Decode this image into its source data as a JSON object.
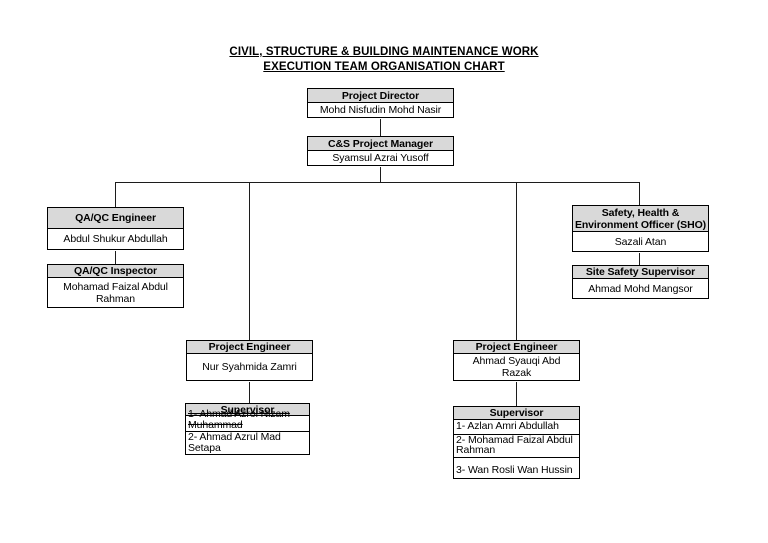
{
  "colors": {
    "background": "#ffffff",
    "header_fill": "#d9d9d9",
    "line": "#1c1c1c",
    "text": "#000000"
  },
  "title": {
    "line1": "CIVIL, STRUCTURE & BUILDING MAINTENANCE WORK",
    "line2": "EXECUTION TEAM ORGANISATION CHART"
  },
  "nodes": {
    "project_director": {
      "role": "Project Director",
      "name": "Mohd Nisfudin Mohd Nasir"
    },
    "cs_project_manager": {
      "role": "C&S Project Manager",
      "name": "Syamsul Azrai Yusoff"
    },
    "qaqc_engineer": {
      "role": "QA/QC Engineer",
      "name": "Abdul Shukur Abdullah"
    },
    "qaqc_inspector": {
      "role": "QA/QC Inspector",
      "name": "Mohamad Faizal Abdul Rahman"
    },
    "safety_officer": {
      "role_line1": "Safety, Health &",
      "role_line2": "Environment Officer (SHO)",
      "name": "Sazali Atan"
    },
    "site_safety_supervisor": {
      "role": "Site Safety Supervisor",
      "name": "Ahmad Mohd Mangsor"
    },
    "project_engineer_left": {
      "role": "Project Engineer",
      "name": "Nur Syahmida Zamri"
    },
    "supervisor_left": {
      "role": "Supervisor",
      "members": [
        {
          "text": "1- Ahmad Azrol Nizam Muhammad",
          "strikethrough": true
        },
        {
          "text": "2- Ahmad Azrul Mad Setapa",
          "strikethrough": false
        }
      ]
    },
    "project_engineer_right": {
      "role": "Project Engineer",
      "name": "Ahmad Syauqi Abd Razak"
    },
    "supervisor_right": {
      "role": "Supervisor",
      "members": [
        {
          "text": "1- Azlan Amri Abdullah",
          "strikethrough": false
        },
        {
          "text": "2- Mohamad Faizal Abdul Rahman",
          "strikethrough": false
        },
        {
          "text": "3- Wan Rosli Wan Hussin",
          "strikethrough": false
        }
      ]
    }
  }
}
